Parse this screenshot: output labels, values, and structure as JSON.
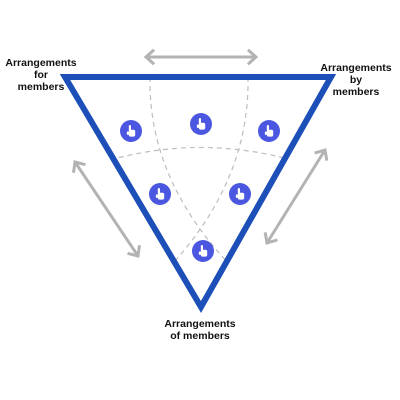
{
  "labels": {
    "left": [
      "Arrangements",
      "for",
      "members"
    ],
    "right": [
      "Arrangements",
      "by",
      "members"
    ],
    "bottom": [
      "Arrangements",
      "of members"
    ]
  },
  "colors": {
    "triangle_stroke": "#1d4fb8",
    "arrow": "#b3b3b3",
    "dashed": "#bdbdbd",
    "node_fill": "#4b57e0",
    "node_icon": "#ffffff",
    "text": "#111111"
  },
  "icons": {
    "node": "hand-pointer-icon",
    "arrow": "double-headed-arrow-icon"
  }
}
